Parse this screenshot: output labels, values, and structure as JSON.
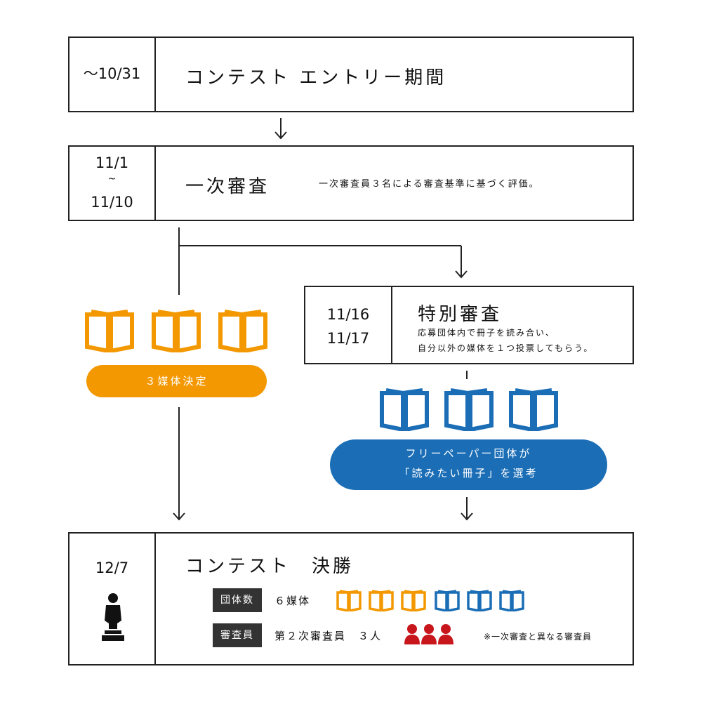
{
  "colors": {
    "orange": "#F39800",
    "blue": "#1B6EB6",
    "red": "#C8161D",
    "dark": "#333333",
    "line": "#222222"
  },
  "step1": {
    "date": "〜10/31",
    "title": "コンテスト エントリー期間"
  },
  "step2": {
    "date_start": "11/1",
    "date_sep": "~",
    "date_end": "11/10",
    "title": "一次審査",
    "desc": "一次審査員３名による審査基準に基づく評価。"
  },
  "left_branch": {
    "icon": "book-icon",
    "pill": "３媒体決定"
  },
  "special": {
    "date1": "11/16",
    "date2": "11/17",
    "title": "特別審査",
    "desc1": "応募団体内で冊子を読み合い、",
    "desc2": "自分以外の媒体を１つ投票してもらう。"
  },
  "right_branch": {
    "icon": "book-icon",
    "pill_line1": "フリーペーパー団体が",
    "pill_line2": "「読みたい冊子」を選考"
  },
  "final": {
    "date": "12/7",
    "trophy_icon": "trophy-icon",
    "title": "コンテスト　決勝",
    "groups_tag": "団体数",
    "groups_value": "６媒体",
    "judges_tag": "審査員",
    "judges_value": "第２次審査員　３人",
    "judges_icon": "person-icon",
    "note": "※一次審査と異なる審査員"
  }
}
